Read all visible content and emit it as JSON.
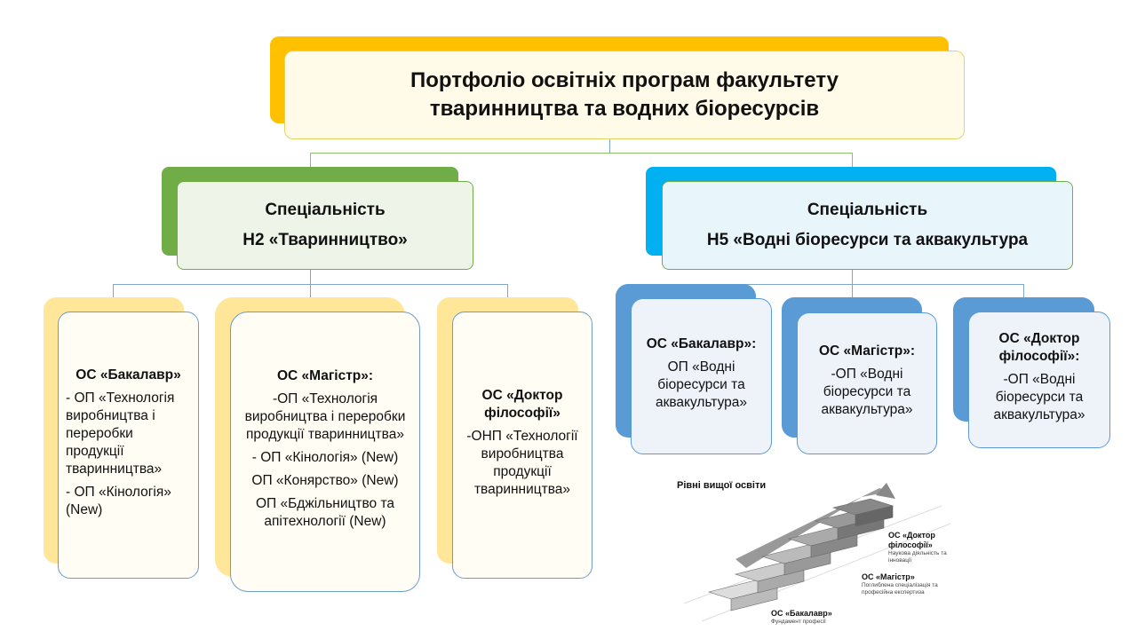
{
  "title": {
    "line1": "Портфоліо освітніх програм факультету",
    "line2": "тваринництва та водних біоресурсів"
  },
  "specialties": [
    {
      "label": "Спеціальність",
      "name": "Н2 «Тваринництво»",
      "color": "#70AD47"
    },
    {
      "label": "Спеціальність",
      "name": "Н5 «Водні біоресурси та аквакультура",
      "color": "#00B0F0"
    }
  ],
  "h2_levels": [
    {
      "heading": "ОС «Бакалавр»",
      "items": [
        "- ОП «Технологія виробництва і переробки продукції тваринництва»",
        "- ОП «Кінологія» (New)"
      ]
    },
    {
      "heading": "ОС «Магістр»:",
      "items": [
        "-ОП «Технологія виробництва і переробки продукції тваринництва»",
        "- ОП «Кінологія» (New)",
        "ОП «Конярство» (New)",
        "ОП «Бджільництво та апітехнології (New)"
      ]
    },
    {
      "heading": "ОС «Доктор філософії»",
      "items": [
        "-ОНП «Технології виробництва продукції тваринництва»"
      ]
    }
  ],
  "h5_levels": [
    {
      "heading": "ОС «Бакалавр»:",
      "items": [
        "ОП «Водні біоресурси та аквакультура»"
      ]
    },
    {
      "heading": "ОС «Магістр»:",
      "items": [
        "-ОП «Водні біоресурси та аквакультура»"
      ]
    },
    {
      "heading": "ОС «Доктор філософії»:",
      "items": [
        "-ОП «Водні біоресурси та аквакультура»"
      ]
    }
  ],
  "stairs": {
    "title": "Рівні вищої освіти",
    "levels": [
      {
        "name": "ОС «Доктор філософії»",
        "desc": "Наукова діяльність та інновації"
      },
      {
        "name": "ОС «Магістр»",
        "desc": "Поглиблена спеціалізація та професійна експертиза"
      },
      {
        "name": "ОС «Бакалавр»",
        "desc": "Фундамент професії"
      }
    ]
  }
}
